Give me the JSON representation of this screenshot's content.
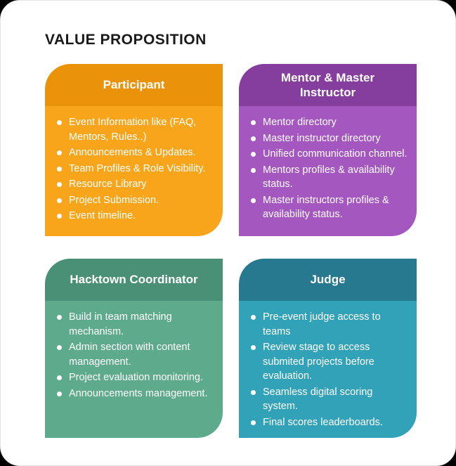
{
  "page": {
    "title": "VALUE PROPOSITION"
  },
  "colors": {
    "participant_header": "#EA9209",
    "participant_body": "#F8A51B",
    "mentor_header": "#853E9E",
    "mentor_body": "#A557C0",
    "coordinator_header": "#4A9077",
    "coordinator_body": "#5EAA8C",
    "judge_header": "#26798E",
    "judge_body": "#32A2B8",
    "card_text": "#FFFFFF",
    "title_text": "#1A1A1A",
    "page_background": "#FFFFFF"
  },
  "cards": [
    {
      "title": "Participant",
      "items": [
        "Event Information like (FAQ, Mentors, Rules..)",
        "Announcements & Updates.",
        "Team Profiles & Role Visibility.",
        "Resource Library",
        "Project Submission.",
        "Event timeline."
      ]
    },
    {
      "title": "Mentor & Master Instructor",
      "items": [
        "Mentor directory",
        "Master instructor directory",
        "Unified communication channel.",
        "Mentors profiles & availability status.",
        "Master instructors profiles & availability status."
      ]
    },
    {
      "title": "Hacktown Coordinator",
      "items": [
        "Build in team matching mechanism.",
        "Admin section with content management.",
        "Project evaluation monitoring.",
        "Announcements management."
      ]
    },
    {
      "title": "Judge",
      "items": [
        "Pre-event judge access to teams",
        "Review stage to access submited projects before evaluation.",
        "Seamless digital scoring system.",
        "Final scores leaderboards."
      ]
    }
  ]
}
